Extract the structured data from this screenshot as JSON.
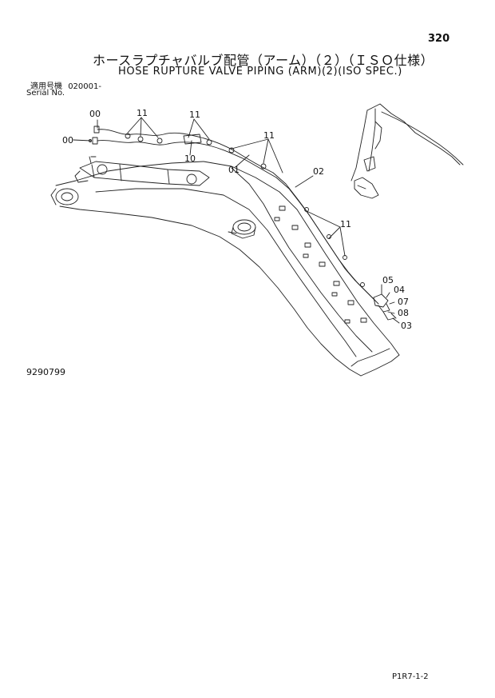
{
  "header": {
    "page_number": "320",
    "title_jp": "ホースラプチャバルブ配管（アーム）（２）（ＩＳＯ仕様）",
    "title_en": "HOSE RUPTURE VALVE PIPING (ARM)(2)(ISO SPEC.)",
    "serial_label_jp": "適用号機",
    "serial_label_en": "Serial No.",
    "serial_value": "020001-"
  },
  "callouts": {
    "c00_top": "00",
    "c00_left": "00",
    "c11_a": "11",
    "c11_b": "11",
    "c11_c": "11",
    "c11_d": "11",
    "c10": "10",
    "c01": "01",
    "c02": "02",
    "c05": "05",
    "c04": "04",
    "c07": "07",
    "c08": "08",
    "c03": "03"
  },
  "footer": {
    "drawing_number": "9290799",
    "code": "P1R7-1-2"
  }
}
